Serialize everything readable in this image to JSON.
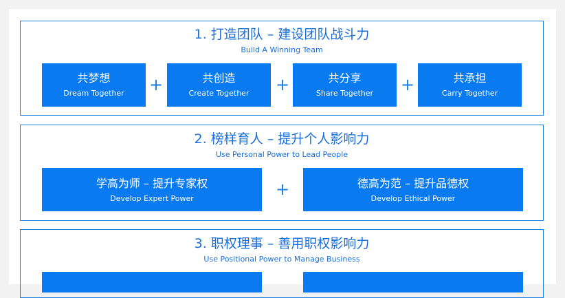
{
  "sections": [
    {
      "title": "1. 打造团队 – 建设团队战斗力",
      "subtitle": "Build A Winning Team",
      "items": [
        {
          "cn": "共梦想",
          "en": "Dream Together"
        },
        {
          "cn": "共创造",
          "en": "Create Together"
        },
        {
          "cn": "共分享",
          "en": "Share Together"
        },
        {
          "cn": "共承担",
          "en": "Carry Together"
        }
      ]
    },
    {
      "title": "2. 榜样育人 – 提升个人影响力",
      "subtitle": "Use Personal Power to Lead People",
      "items": [
        {
          "cn": "学高为师 – 提升专家权",
          "en": "Develop Expert Power"
        },
        {
          "cn": "德高为范 – 提升品德权",
          "en": "Develop Ethical Power"
        }
      ]
    },
    {
      "title": "3. 职权理事 – 善用职权影响力",
      "subtitle": "Use Positional Power to Manage Business"
    }
  ],
  "plus_sign": "+",
  "colors": {
    "accent": "#0a7af0",
    "title": "#1a6ed8",
    "border": "#1a7fe0"
  }
}
